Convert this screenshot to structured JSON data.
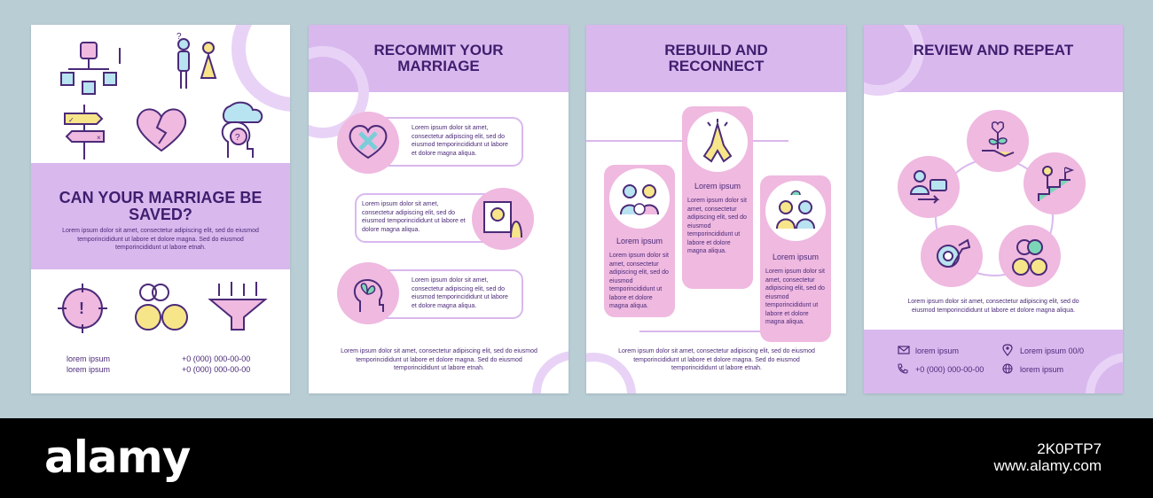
{
  "panel1": {
    "title": "CAN YOUR MARRIAGE BE SAVED?",
    "body": "Lorem ipsum dolor sit amet, consectetur adipiscing elit, sed do eiusmod temporincididunt ut labore et dolore magna. Sed do eiusmod temporincididunt ut labore etnah.",
    "contact_left_1": "lorem ipsum",
    "contact_left_2": "lorem ipsum",
    "phone_1": "+0 (000) 000-00-00",
    "phone_2": "+0 (000) 000-00-00",
    "icons": [
      "hierarchy-icon",
      "confused-people-icon",
      "signpost-icon",
      "broken-heart-icon",
      "confused-head-icon",
      "target-warning-icon",
      "couple-faces-icon",
      "funnel-icon"
    ]
  },
  "panel2": {
    "title": "RECOMMIT YOUR MARRIAGE",
    "item_text": "Lorem ipsum dolor sit amet, consectetur adipiscing elit, sed do eiusmod temporincididunt ut labore et dolore magna aliqua.",
    "items": [
      {
        "text": "Lorem ipsum dolor sit amet, consectetur adipiscing elit, sed do eiusmod temporincididunt ut labore et dolore magna aliqua."
      },
      {
        "text": "Lorem ipsum dolor sit amet, consectetur adipiscing elit, sed do eiusmod temporincididunt ut labore et dolore magna aliqua."
      },
      {
        "text": "Lorem ipsum dolor sit amet, consectetur adipiscing elit, sed do eiusmod temporincididunt ut labore et dolore magna aliqua."
      }
    ],
    "footer_text": "Lorem ipsum dolor sit amet, consectetur adipiscing elit, sed do eiusmod temporincididunt ut labore et dolore magna. Sed do eiusmod temporincididunt ut labore etnah."
  },
  "panel3": {
    "title": "REBUILD AND RECONNECT",
    "cards": [
      {
        "heading": "Lorem ipsum",
        "text": "Lorem ipsum dolor sit amet, consectetur adipiscing elit, sed do eiusmod temporincididunt ut labore et dolore magna aliqua."
      },
      {
        "heading": "Lorem ipsum",
        "text": "Lorem ipsum dolor sit amet, consectetur adipiscing elit, sed do eiusmod temporincididunt ut labore et dolore magna aliqua."
      },
      {
        "heading": "Lorem ipsum",
        "text": "Lorem ipsum dolor sit amet, consectetur adipiscing elit, sed do eiusmod temporincididunt ut labore et dolore magna aliqua."
      }
    ],
    "footer_text": "Lorem ipsum dolor sit amet, consectetur adipiscing elit, sed do eiusmod temporincididunt ut labore et dolore magna. Sed do eiusmod temporincididunt ut labore etnah."
  },
  "panel4": {
    "title": "REVIEW AND REPEAT",
    "body": "Lorem ipsum dolor sit amet, consectetur adipiscing elit, sed do eiusmod temporincididunt ut labore et dolore magna aliqua.",
    "email": "lorem ipsum",
    "address": "Lorem ipsum 00/0",
    "phone": "+0 (000) 000-00-00",
    "web": "lorem ipsum"
  },
  "footer": {
    "brand": "alamy",
    "image_id": "2K0PTP7",
    "url": "www.alamy.com"
  },
  "colors": {
    "accent": "#d9b8ee",
    "pink": "#efb9e0",
    "title": "#3f1e6e",
    "background": "#b9cdd5"
  }
}
